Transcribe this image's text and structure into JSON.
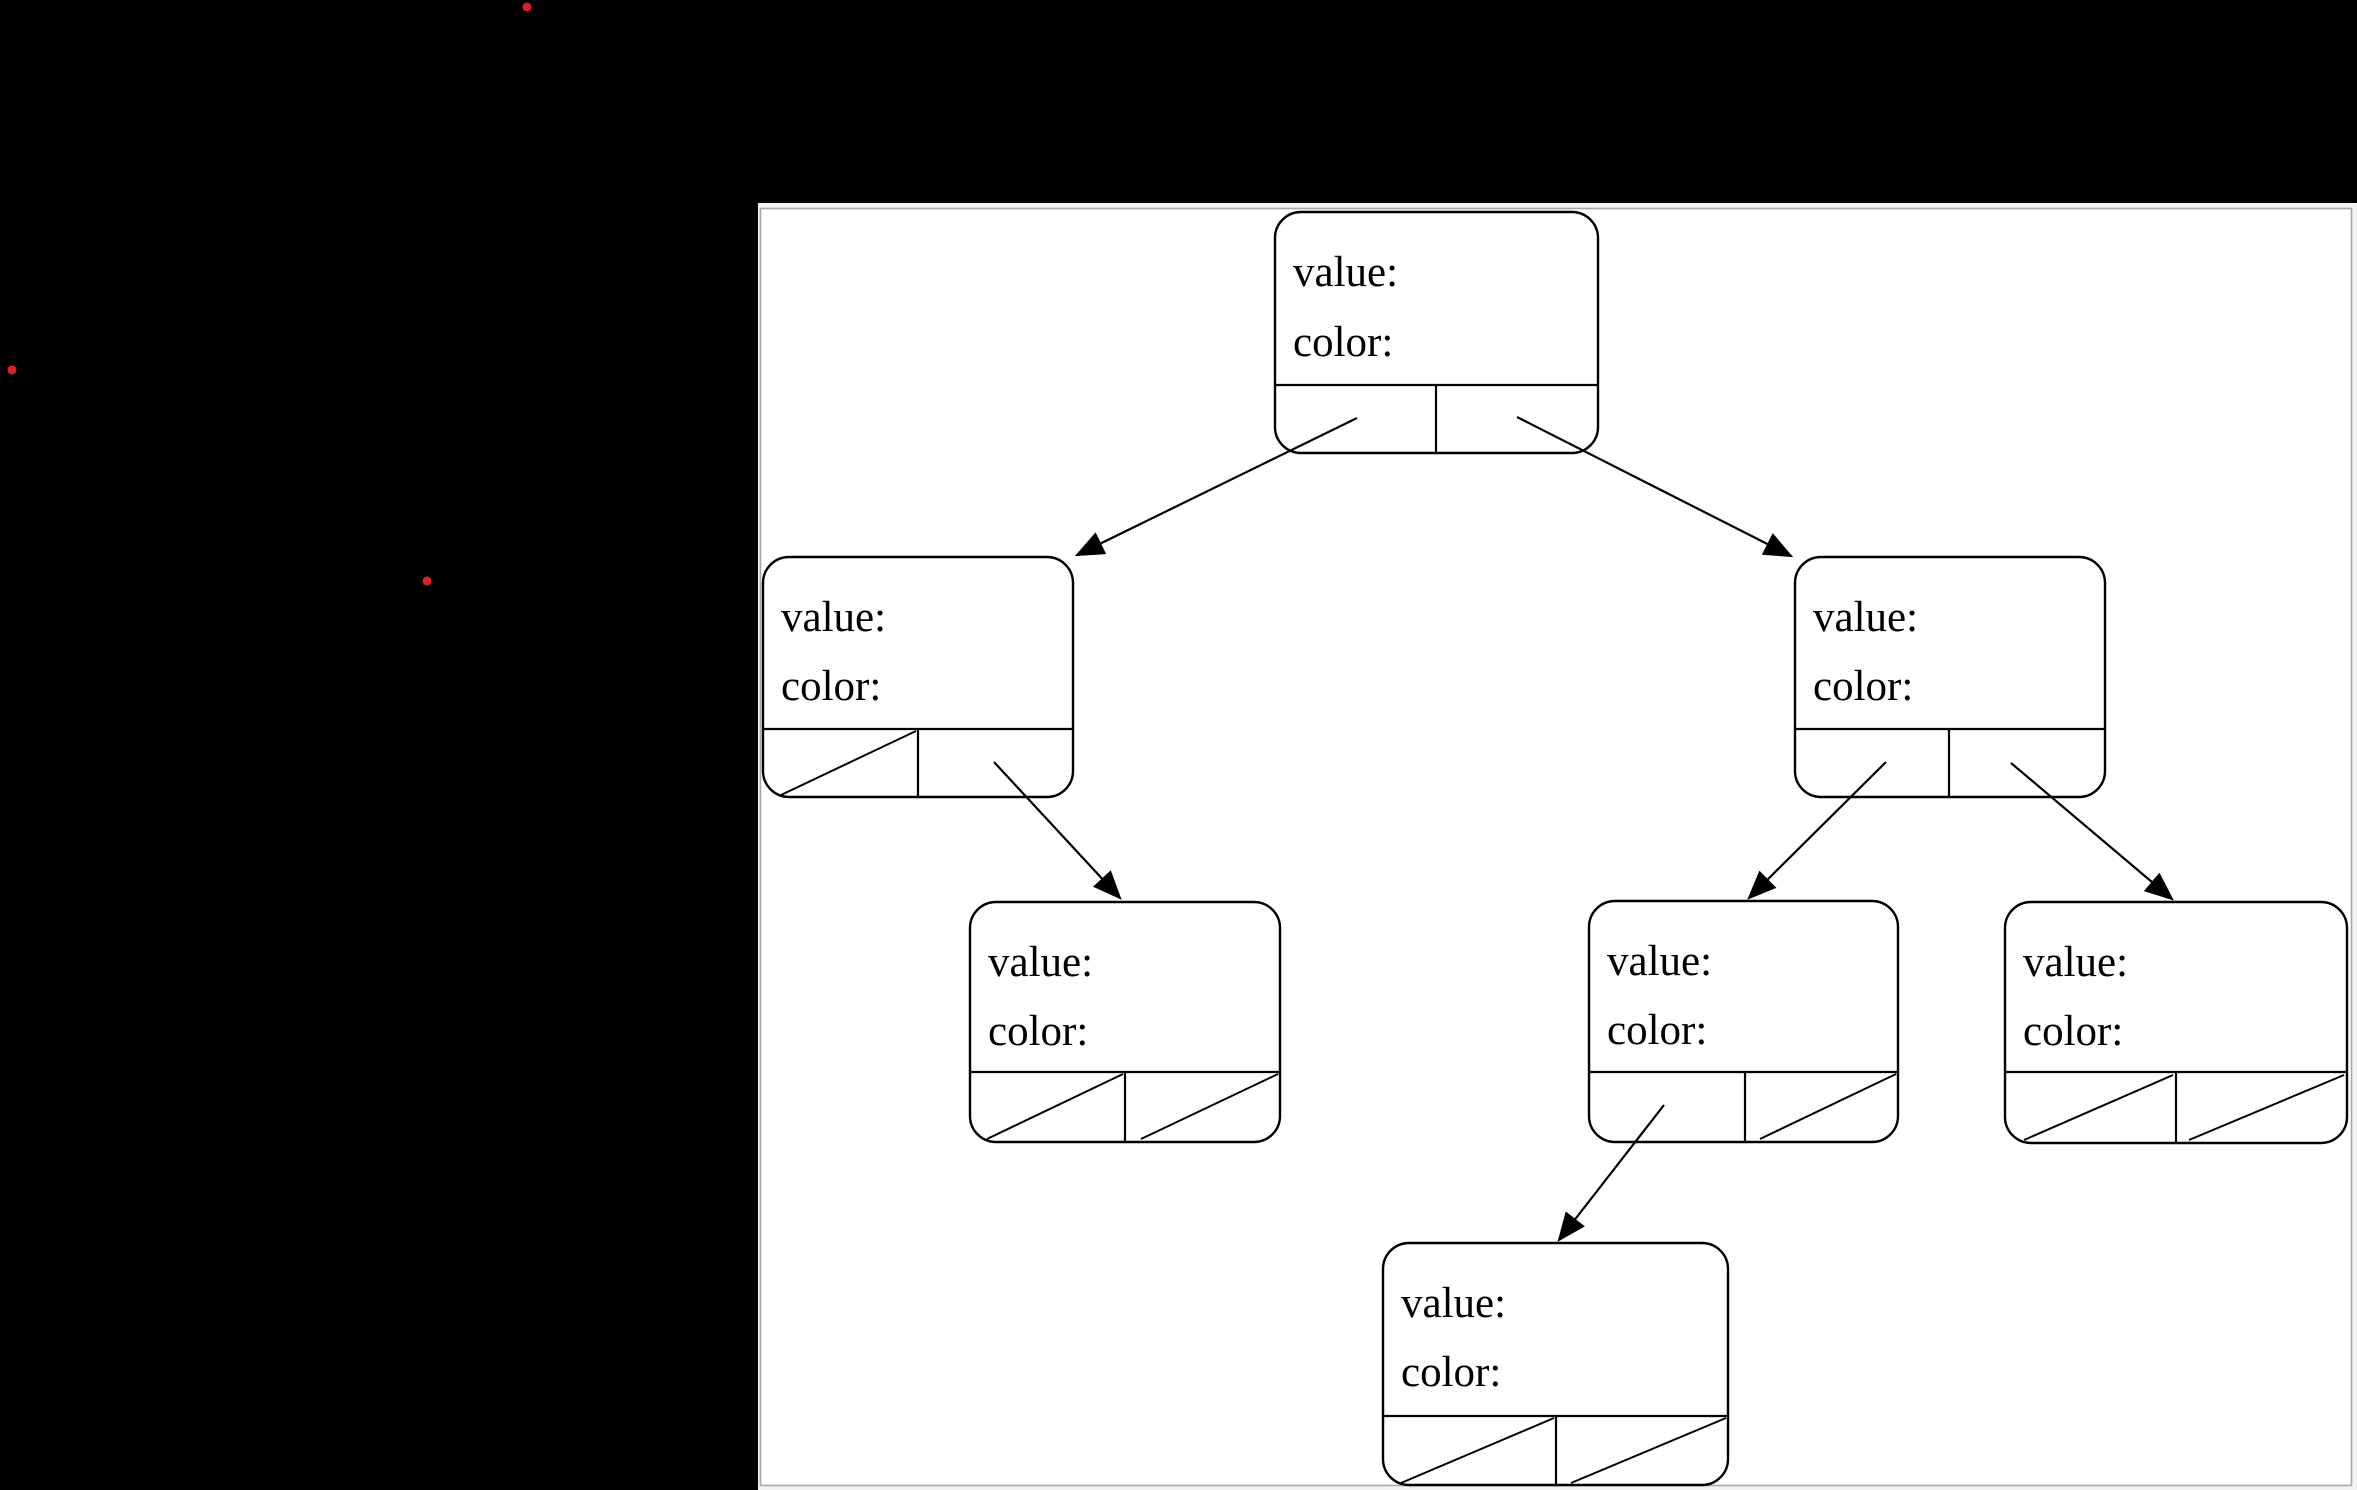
{
  "background_color": "#000000",
  "window": {
    "frame_color": "#f3f3f3",
    "border_color": "#a9a9a9",
    "background": "#ffffff"
  },
  "markers": {
    "dot_color": "#e01f23",
    "dot_count": 3
  },
  "tree": {
    "type": "binary-tree-node-diagram",
    "nodes": [
      {
        "id": "root",
        "fields": [
          "value:",
          "color:"
        ],
        "left_pointer": "arrow-to-child",
        "right_pointer": "arrow-to-child"
      },
      {
        "id": "left-child",
        "fields": [
          "value:",
          "color:"
        ],
        "left_pointer": "null-slash",
        "right_pointer": "arrow-to-child"
      },
      {
        "id": "right-child",
        "fields": [
          "value:",
          "color:"
        ],
        "left_pointer": "arrow-to-child",
        "right_pointer": "arrow-to-child"
      },
      {
        "id": "left-right-grandchild",
        "fields": [
          "value:",
          "color:"
        ],
        "left_pointer": "null-slash",
        "right_pointer": "null-slash"
      },
      {
        "id": "right-left-grandchild",
        "fields": [
          "value:",
          "color:"
        ],
        "left_pointer": "arrow-to-child",
        "right_pointer": "null-slash"
      },
      {
        "id": "right-right-grandchild",
        "fields": [
          "value:",
          "color:"
        ],
        "left_pointer": "null-slash",
        "right_pointer": "null-slash"
      },
      {
        "id": "right-left-left-node",
        "fields": [
          "value:",
          "color:"
        ],
        "left_pointer": "null-slash",
        "right_pointer": "null-slash"
      }
    ],
    "edges": [
      {
        "from": "root",
        "from_cell": "left",
        "to": "left-child"
      },
      {
        "from": "root",
        "from_cell": "right",
        "to": "right-child"
      },
      {
        "from": "left-child",
        "from_cell": "right",
        "to": "left-right-grandchild"
      },
      {
        "from": "right-child",
        "from_cell": "left",
        "to": "right-left-grandchild"
      },
      {
        "from": "right-child",
        "from_cell": "right",
        "to": "right-right-grandchild"
      },
      {
        "from": "right-left-grandchild",
        "from_cell": "left",
        "to": "right-left-left-node"
      }
    ]
  }
}
